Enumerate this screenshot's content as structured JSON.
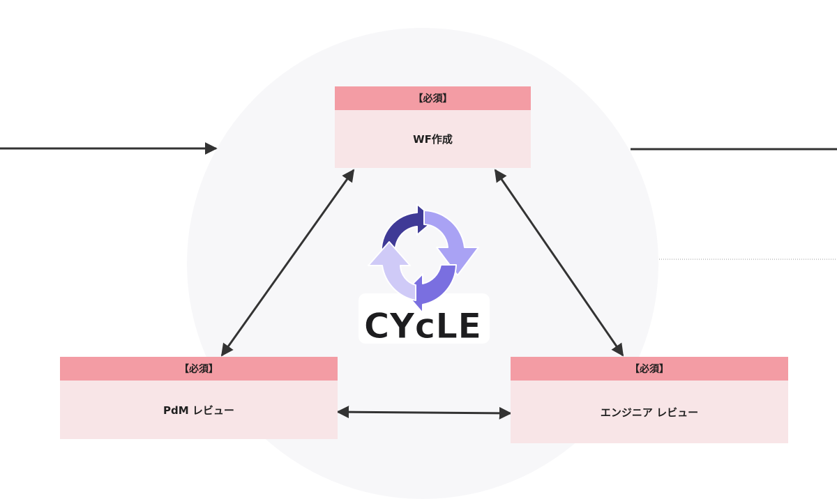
{
  "diagram": {
    "nodes": {
      "top": {
        "tag": "【必須】",
        "label": "WF作成"
      },
      "left": {
        "tag": "【必須】",
        "label": "PdM レビュー"
      },
      "right": {
        "tag": "【必須】",
        "label": "エンジニア レビュー"
      }
    },
    "logo_text": "CYcLE",
    "colors": {
      "card_header": "#f39ca4",
      "card_body": "#f8e5e7",
      "arrow": "#333333",
      "cycle_dark": "#3f3a96",
      "cycle_mid": "#7a6fe0",
      "cycle_light": "#a9a2f4",
      "cycle_pale": "#cfcaf7"
    }
  }
}
